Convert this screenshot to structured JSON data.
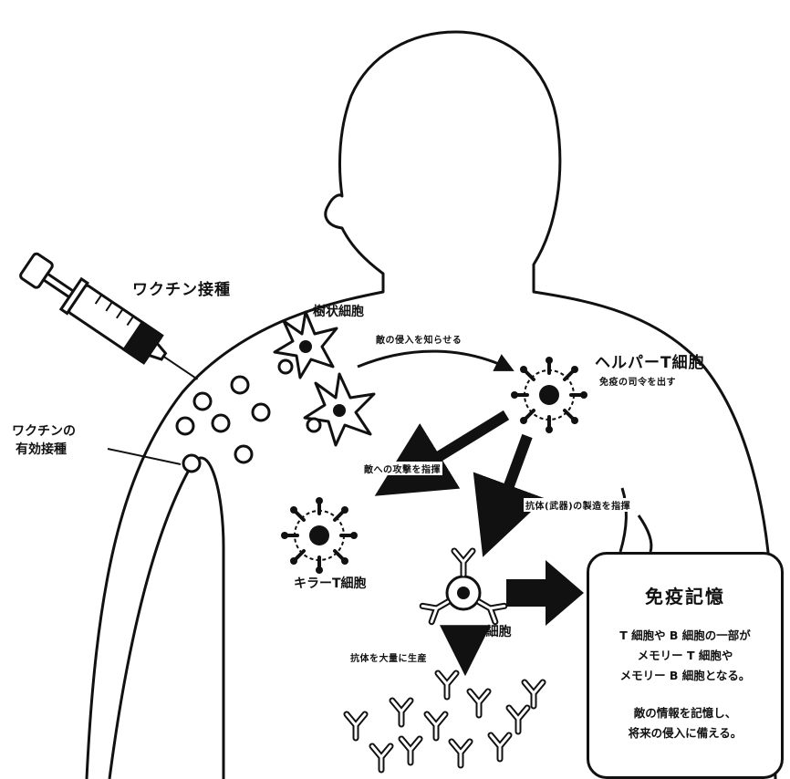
{
  "labels": {
    "vaccination": "ワクチン接種",
    "vaccine_effective_1": "ワクチンの",
    "vaccine_effective_2": "有効接種",
    "dendritic_cell": "樹状細胞",
    "notify_invasion": "敵の侵入を知らせる",
    "helper_t_cell": "ヘルパーT細胞",
    "helper_t_role": "免疫の司令を出す",
    "attack_command": "敵への攻撃を指揮",
    "antibody_command": "抗体(武器)の製造を指揮",
    "killer_t_cell": "キラーT細胞",
    "b_cell": "B細胞",
    "mass_antibody": "抗体を大量に生産"
  },
  "memory": {
    "title": "免疫記憶",
    "line1": "T 細胞や B 細胞の一部が",
    "line2": "メモリー T 細胞や",
    "line3": "メモリー B 細胞となる。",
    "line4": "敵の情報を記憶し、",
    "line5": "将来の侵入に備える。"
  }
}
